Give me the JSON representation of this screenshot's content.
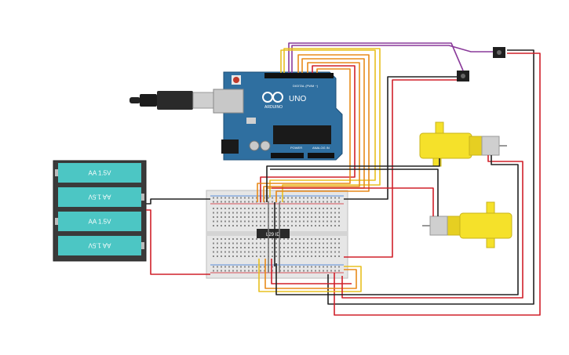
{
  "arduino": {
    "brand": "ARDUINO",
    "model": "UNO",
    "digital_header": "DIGITAL (PWM ~)",
    "power_label": "POWER",
    "analog_label": "ANALOG IN",
    "color": "#2f6fa0"
  },
  "battery_pack": {
    "cells": [
      {
        "label": "AA 1.5V",
        "flipped": false
      },
      {
        "label": "AA 1.5V",
        "flipped": true
      },
      {
        "label": "AA 1.5V",
        "flipped": false
      },
      {
        "label": "AA 1.5V",
        "flipped": true
      }
    ],
    "cell_color": "#4cc6c4"
  },
  "driver_ic": {
    "label": "L293D"
  },
  "motors": [
    {
      "name": "motor-top",
      "color": "#f5e12a"
    },
    {
      "name": "motor-bottom",
      "color": "#f5e12a"
    }
  ],
  "sensors": [
    {
      "name": "sensor-left"
    },
    {
      "name": "sensor-right"
    }
  ],
  "wire_colors": {
    "red": "#d0202a",
    "black": "#222222",
    "yellow": "#e8c020",
    "orange": "#e88a1a",
    "purple": "#8a3a9a",
    "gray": "#7a7a7a"
  }
}
